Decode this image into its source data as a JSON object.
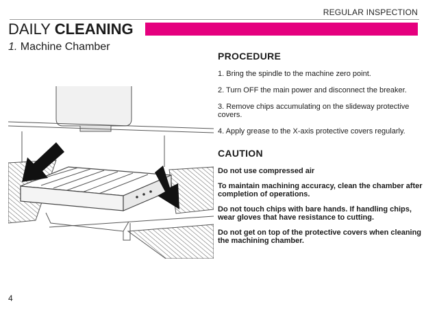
{
  "header": {
    "section_label": "REGULAR INSPECTION",
    "title_light": "DAILY",
    "title_bold": "CLEANING",
    "accent_color": "#e5007e"
  },
  "subtitle": {
    "number": "1.",
    "text": "Machine Chamber"
  },
  "procedure": {
    "heading": "PROCEDURE",
    "steps": [
      "1. Bring the spindle to the machine zero point.",
      "2. Turn OFF the main power and disconnect the breaker.",
      "3. Remove chips accumulating on the slideway protective covers.",
      "4. Apply grease to the X-axis protective covers regularly."
    ]
  },
  "caution": {
    "heading": "CAUTION",
    "items": [
      "Do not use compressed air",
      "To maintain machining accuracy, clean the chamber after completion of operations.",
      "Do not touch chips with bare hands. If handling chips, wear gloves that have resistance to cutting.",
      "Do not get on top of the protective covers when cleaning the machining chamber."
    ]
  },
  "page_number": "4"
}
